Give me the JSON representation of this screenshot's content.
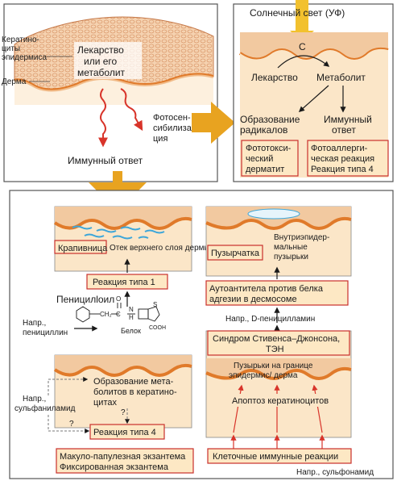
{
  "top_left": {
    "keratinocytes_label_1": "Кератино-",
    "keratinocytes_label_2": "циты",
    "keratinocytes_label_3": "эпидермиса",
    "dermis_label": "Дерма",
    "drug_label_1": "Лекарство",
    "drug_label_2": "или его",
    "drug_label_3": "метаболит",
    "photosens_1": "Фотосен-",
    "photosens_2": "сибилиза-",
    "photosens_3": "ция",
    "immune_response": "Иммунный ответ"
  },
  "top_right": {
    "sunlight": "Солнечный свет (УФ)",
    "drug": "Лекарство",
    "metabolite": "Метаболит",
    "radicals_1": "Образование",
    "radicals_2": "радикалов",
    "immune_1": "Иммунный",
    "immune_2": "ответ",
    "phototoxic_1": "Фототокси-",
    "phototoxic_2": "ческий",
    "phototoxic_3": "дерматит",
    "photoallergic_1": "Фотоаллерги-",
    "photoallergic_2": "ческая реакция",
    "photoallergic_3": "Реакция типа 4"
  },
  "bottom_left": {
    "urticaria": "Крапивница",
    "edema": "Отек верхнего слоя дермы",
    "reaction_type1": "Реакция типа 1",
    "penicilloyl": "Пеницилloил",
    "example_penicillin_1": "Напр.,",
    "example_penicillin_2": "пенициллин",
    "protein": "Белок",
    "chem_cooh": "COOH",
    "chem_n": "N",
    "chem_s": "S",
    "chem_h": "H",
    "chem_o": "O",
    "chem_c": "C",
    "chem_ch2": "CH₂",
    "metabolites_1": "Образование мета-",
    "metabolites_2": "болитов в кератино-",
    "metabolites_3": "цитах",
    "example_sulfa_1": "Напр.,",
    "example_sulfa_2": "сульфаниламид",
    "question": "?",
    "reaction_type4": "Реакция типа 4",
    "exanthema_1": "Макуло-папулезная экзантема",
    "exanthema_2": "Фиксированная экзантема"
  },
  "bottom_right": {
    "pemphigus": "Пузырчатка",
    "intraepidermal_1": "Внутриэпидер-",
    "intraepidermal_2": "мальные",
    "intraepidermal_3": "пузырьки",
    "autoantibodies_1": "Аутоантитела против белка",
    "autoantibodies_2": "адгезии в десмосоме",
    "example_penicillamine": "Напр., D-пеницилламин",
    "sjs_1": "Синдром Стивенса–Джонсона,",
    "sjs_2": "ТЭН",
    "blisters_1": "Пузырьки на границе",
    "blisters_2": "эпидермис/ дерма",
    "apoptosis": "Апоптоз кератиноцитов",
    "cellular": "Клеточные иммунные реакции",
    "example_sulfonamide": "Напр., сульфонамид"
  },
  "colors": {
    "epidermis": "#f2c9a0",
    "dermis": "#fbe6c8",
    "wave": "#e07a2a",
    "box_fill": "#fde8c4",
    "box_border": "#c9302c",
    "arrow_red": "#d8342a",
    "arrow_gold": "#e8a320",
    "edema_blue": "#3da6d9"
  }
}
